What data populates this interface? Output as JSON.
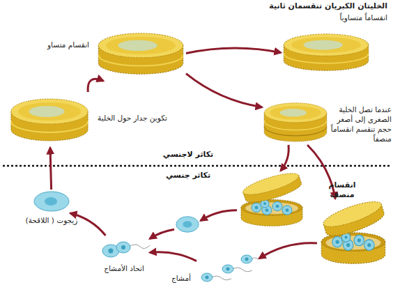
{
  "diagram": {
    "nodes": [
      {
        "text": [
          "تكوين جدار حول الخلية"
        ]
      },
      {
        "text": []
      },
      {
        "text": [
          "الخليتان الكبريان تنقسمان ثانية",
          "انقساماً متساوياً"
        ]
      },
      {
        "text": [
          "عندما تصل الخلية الصغرى إلى أصغر حجم تنقسم انقساماً منصفاً"
        ]
      },
      {
        "text": []
      },
      {
        "text": [
          "انقسام منصف"
        ]
      },
      {
        "text": []
      },
      {
        "text": [
          "أمشاج"
        ]
      },
      {
        "text": [
          "اتحاد الأمشاج"
        ]
      },
      {
        "text": [
          "زيجوت ( اللاقحة)"
        ]
      }
    ],
    "edges": [
      {
        "from": 0,
        "to": 1,
        "arrow": "to",
        "label": "انقسام متساو"
      },
      {
        "from": 1,
        "to": 2,
        "arrow": "to"
      },
      {
        "from": 1,
        "to": 3,
        "arrow": "to"
      },
      {
        "from": 3,
        "to": 4,
        "arrow": "to"
      },
      {
        "from": 3,
        "to": 5,
        "arrow": "to"
      },
      {
        "from": 4,
        "to": 6,
        "arrow": "to"
      },
      {
        "from": 6,
        "to": 8,
        "arrow": "to"
      },
      {
        "from": 5,
        "to": 7,
        "arrow": "to"
      },
      {
        "from": 7,
        "to": 8,
        "arrow": "to"
      },
      {
        "from": 8,
        "to": 9,
        "arrow": "to"
      },
      {
        "from": 9,
        "to": 0,
        "arrow": "to"
      }
    ],
    "labels": [
      "تكاثر لاجنسي",
      "تكاثر جنسي"
    ]
  }
}
